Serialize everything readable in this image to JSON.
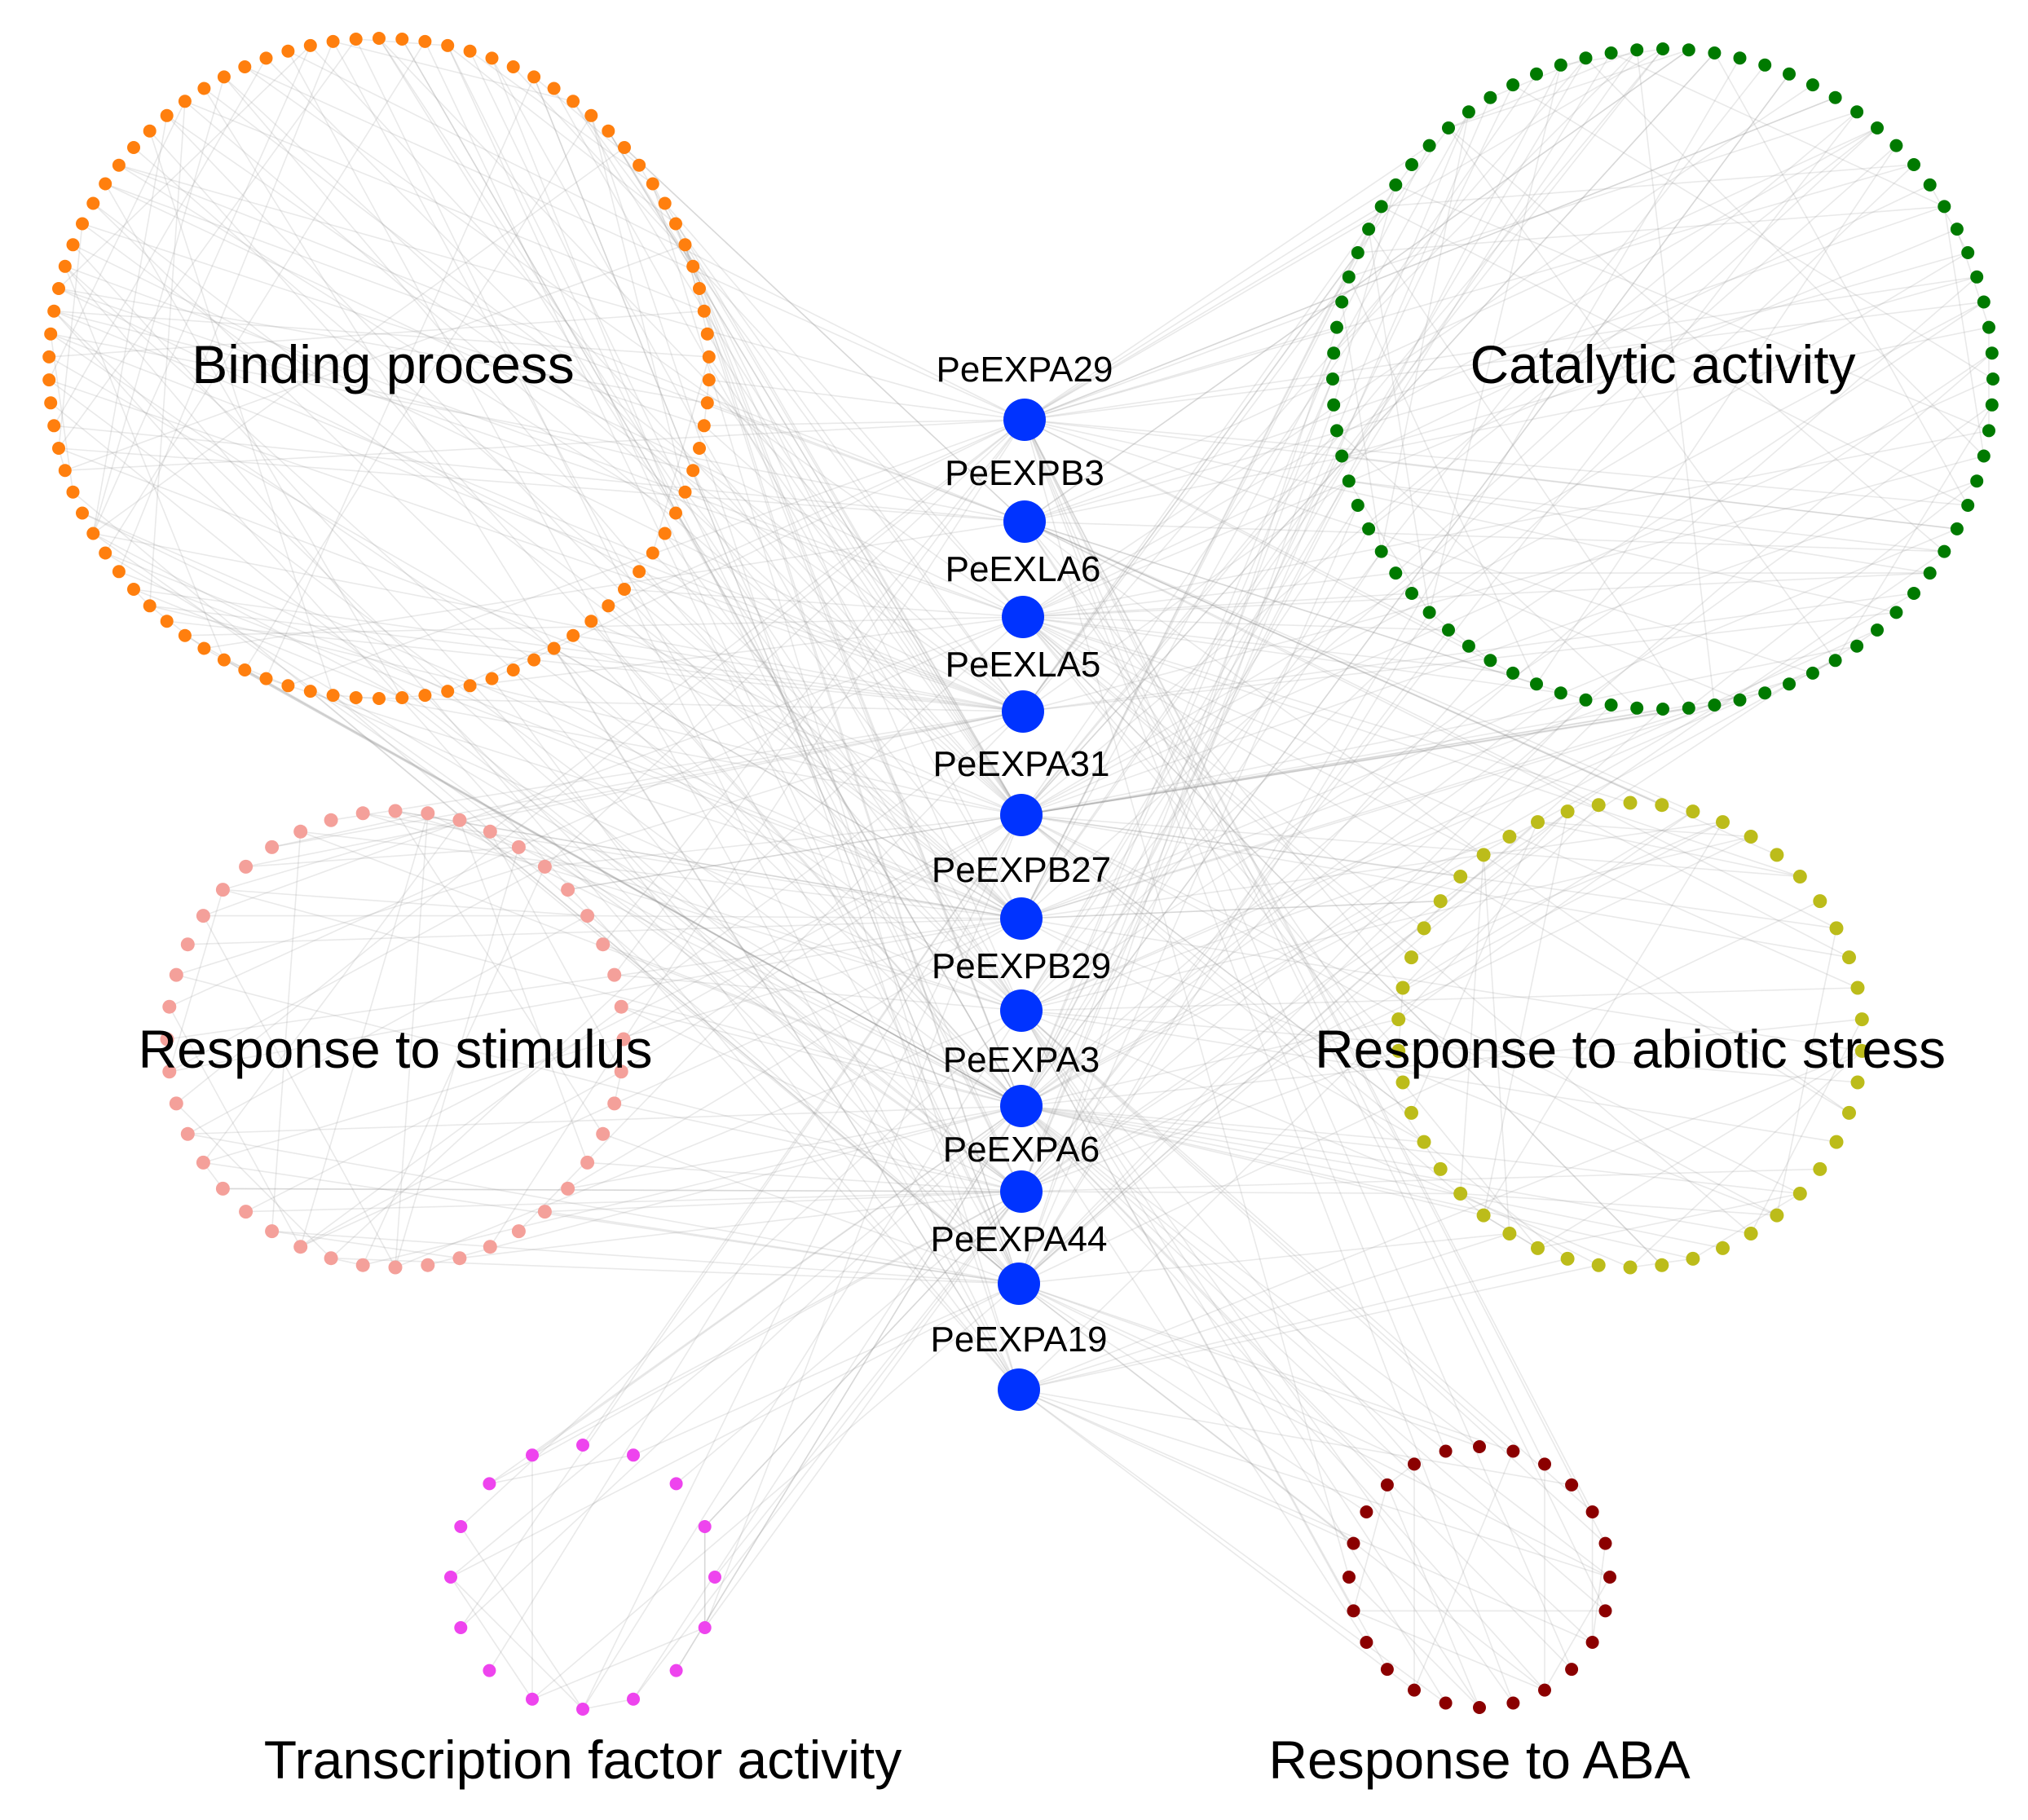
{
  "genes": [
    "PeEXPA29",
    "PeEXPB3",
    "PeEXLA6",
    "PeEXLA5",
    "PeEXPA31",
    "PeEXPB27",
    "PeEXPB29",
    "PeEXPA3",
    "PeEXPA6",
    "PeEXPA44",
    "PeEXPA19"
  ],
  "gene_color": "#0033ff",
  "clusters": [
    {
      "label": "Binding process",
      "color": "#ff7f0e",
      "dots": 90,
      "links": [
        "PeEXPA29",
        "PeEXPB3",
        "PeEXLA6",
        "PeEXLA5",
        "PeEXPA31",
        "PeEXPB27",
        "PeEXPB29",
        "PeEXPA3",
        "PeEXPA6",
        "PeEXPA44",
        "PeEXPA19"
      ]
    },
    {
      "label": "Catalytic activity",
      "color": "#007a00",
      "dots": 80,
      "links": [
        "PeEXPA29",
        "PeEXPB3",
        "PeEXLA6",
        "PeEXLA5",
        "PeEXPA31",
        "PeEXPB27",
        "PeEXPB29",
        "PeEXPA3",
        "PeEXPA6",
        "PeEXPA44"
      ]
    },
    {
      "label": "Response to stimulus",
      "color": "#f4a09a",
      "dots": 44,
      "links": [
        "PeEXPA29",
        "PeEXLA6",
        "PeEXLA5",
        "PeEXPA31",
        "PeEXPB27",
        "PeEXPB29",
        "PeEXPA3",
        "PeEXPA6",
        "PeEXPA44"
      ]
    },
    {
      "label": "Response to abiotic stress",
      "color": "#bcbc1a",
      "dots": 46,
      "links": [
        "PeEXPB3",
        "PeEXLA6",
        "PeEXPA31",
        "PeEXPB27",
        "PeEXPB29",
        "PeEXPA3",
        "PeEXPA6",
        "PeEXPA44",
        "PeEXPA19"
      ]
    },
    {
      "label": "Transcription factor activity",
      "color": "#ee44ee",
      "dots": 16,
      "links": [
        "PeEXPA31",
        "PeEXPB29",
        "PeEXPA3",
        "PeEXPA6",
        "PeEXPA44"
      ]
    },
    {
      "label": "Response to ABA",
      "color": "#8b0000",
      "dots": 24,
      "links": [
        "PeEXPA29",
        "PeEXPB29",
        "PeEXPA3",
        "PeEXPA44",
        "PeEXPA19"
      ]
    }
  ]
}
